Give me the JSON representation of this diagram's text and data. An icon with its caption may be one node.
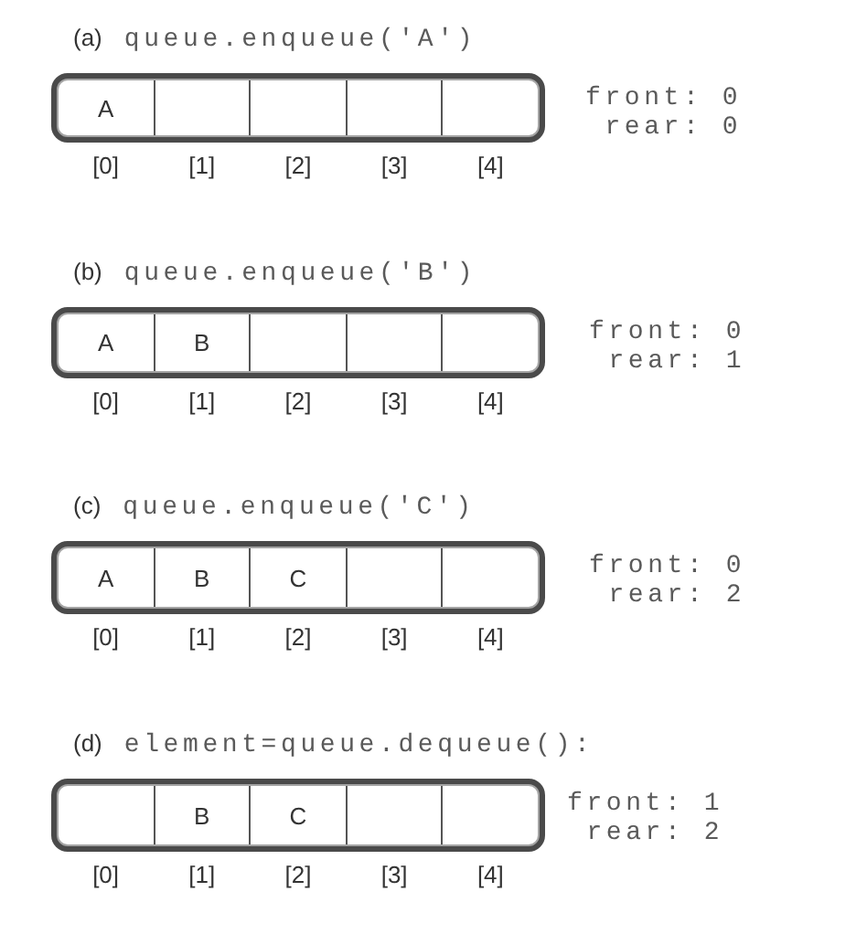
{
  "diagram": {
    "nodes": [
      {
        "text": [
          "(a)",
          "queue.enqueue('A')"
        ],
        "beside": [
          "front: 0",
          "rear: 0"
        ]
      },
      {
        "text": [
          "A"
        ],
        "in": 0,
        "beside": [
          "[0]"
        ]
      },
      {
        "text": [],
        "shape": "box",
        "in": 0,
        "beside": [
          "[1]"
        ]
      },
      {
        "text": [],
        "shape": "box",
        "in": 0,
        "beside": [
          "[2]"
        ]
      },
      {
        "text": [],
        "shape": "box",
        "in": 0,
        "beside": [
          "[3]"
        ]
      },
      {
        "text": [],
        "shape": "box",
        "in": 0,
        "beside": [
          "[4]"
        ]
      },
      {
        "text": [
          "(b)",
          "queue.enqueue('B')"
        ],
        "beside": [
          "front: 0",
          "rear: 1"
        ]
      },
      {
        "text": [
          "A"
        ],
        "in": 6,
        "beside": [
          "[0]"
        ]
      },
      {
        "text": [
          "B"
        ],
        "in": 6,
        "beside": [
          "[1]"
        ]
      },
      {
        "text": [],
        "shape": "box",
        "in": 6,
        "beside": [
          "[2]"
        ]
      },
      {
        "text": [],
        "shape": "box",
        "in": 6,
        "beside": [
          "[3]"
        ]
      },
      {
        "text": [],
        "shape": "box",
        "in": 6,
        "beside": [
          "[4]"
        ]
      },
      {
        "text": [
          "(c)",
          "queue.enqueue('C')"
        ],
        "beside": [
          "front: 0",
          "rear: 2"
        ]
      },
      {
        "text": [
          "A"
        ],
        "in": 12,
        "beside": [
          "[0]"
        ]
      },
      {
        "text": [
          "B"
        ],
        "in": 12,
        "beside": [
          "[1]"
        ]
      },
      {
        "text": [
          "C"
        ],
        "in": 12,
        "beside": [
          "[2]"
        ]
      },
      {
        "text": [],
        "shape": "box",
        "in": 12,
        "beside": [
          "[3]"
        ]
      },
      {
        "text": [],
        "shape": "box",
        "in": 12,
        "beside": [
          "[4]"
        ]
      },
      {
        "text": [
          "(d)",
          "element=queue.dequeue():"
        ],
        "beside": [
          "front: 1",
          "rear: 2"
        ]
      },
      {
        "text": [],
        "shape": "box",
        "in": 18,
        "beside": [
          "[0]"
        ]
      },
      {
        "text": [
          "B"
        ],
        "in": 18,
        "beside": [
          "[1]"
        ]
      },
      {
        "text": [
          "C"
        ],
        "in": 18,
        "beside": [
          "[2]"
        ]
      },
      {
        "text": [],
        "shape": "box",
        "in": 18,
        "beside": [
          "[3]"
        ]
      },
      {
        "text": [],
        "shape": "box",
        "in": 18,
        "beside": [
          "[4]"
        ]
      }
    ],
    "edges": []
  }
}
